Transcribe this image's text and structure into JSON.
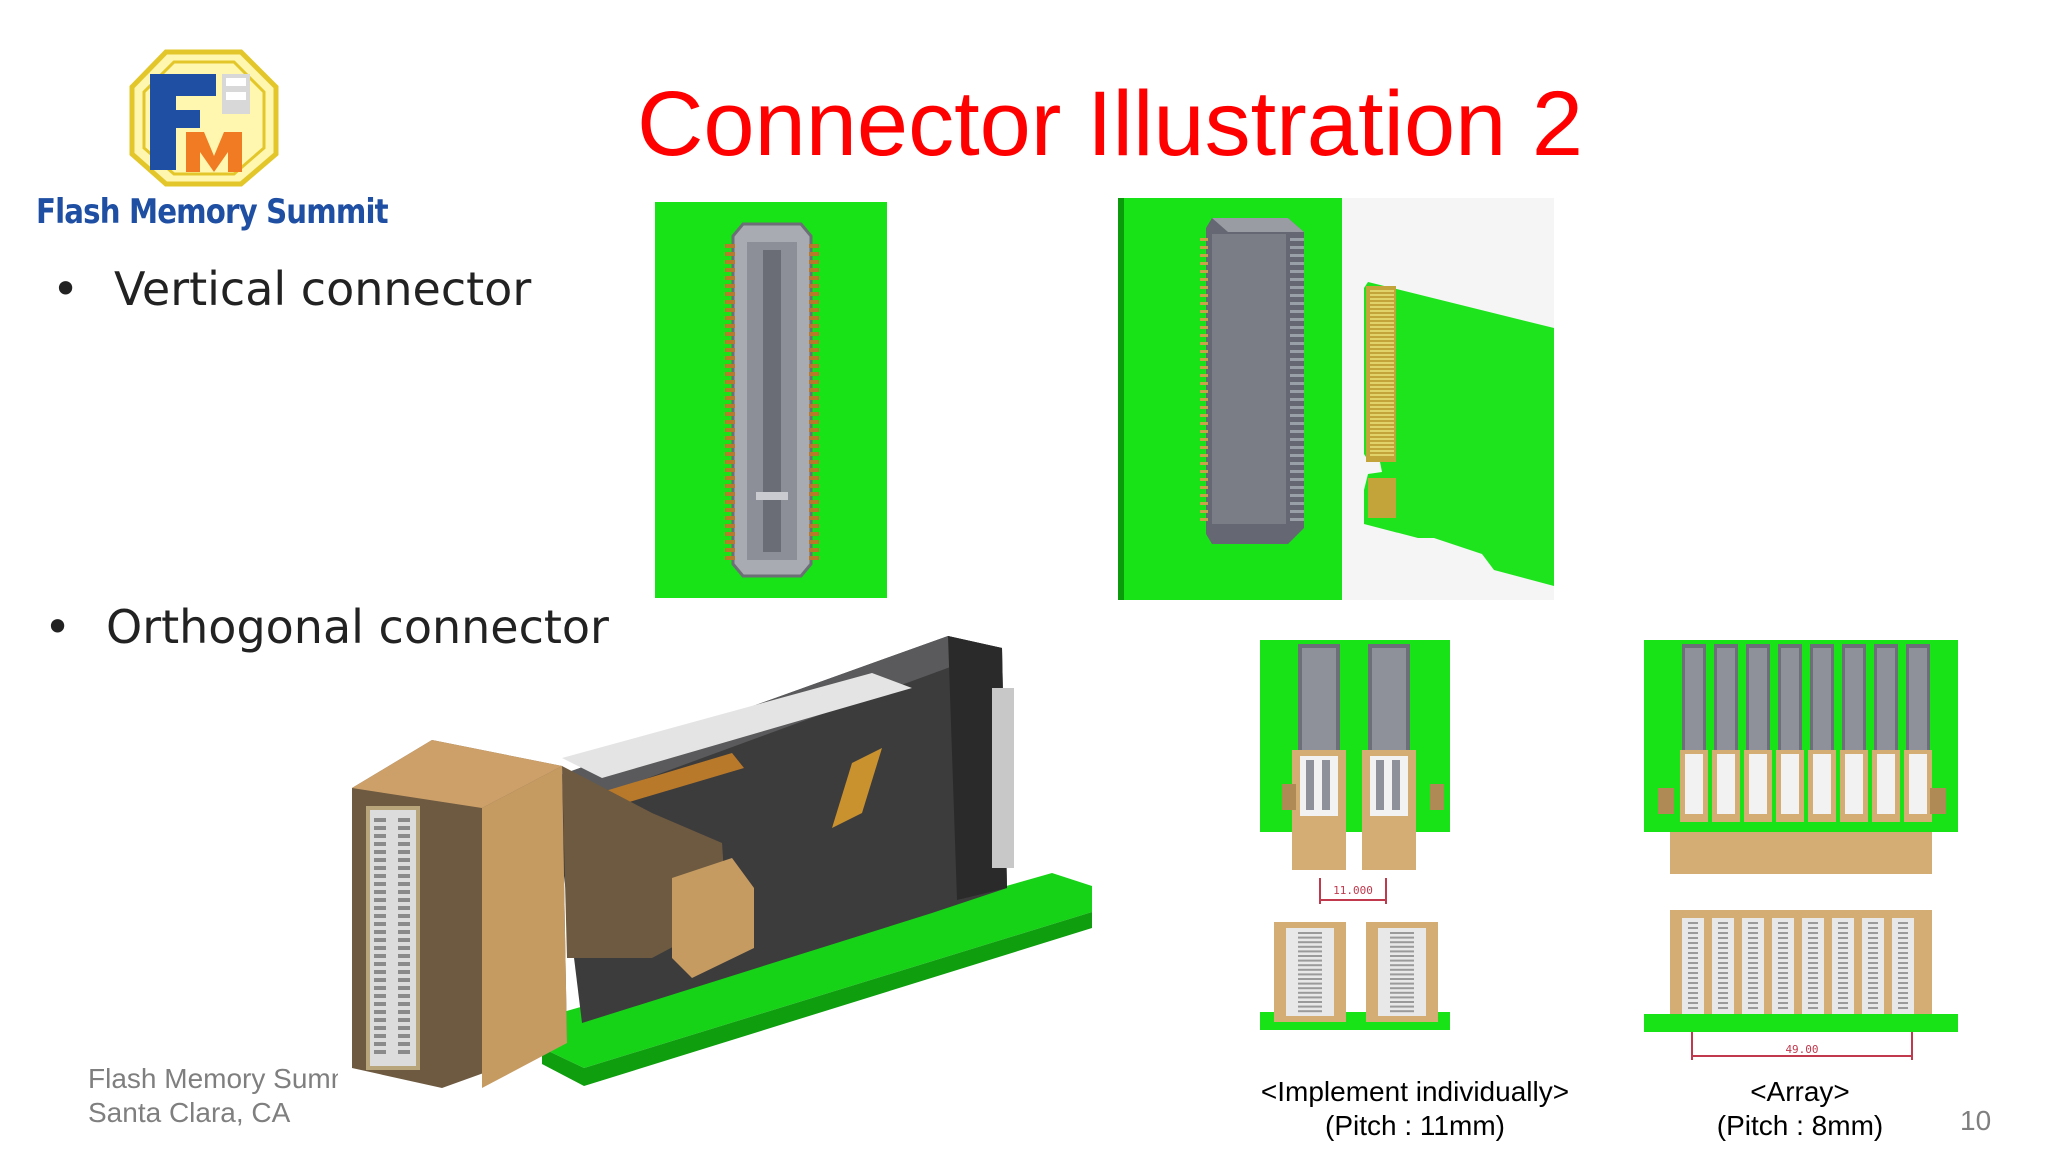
{
  "slide": {
    "title": "Connector Illustration 2",
    "logo_text": "Flash Memory Summit",
    "bullets": [
      {
        "symbol": "•",
        "text": "Vertical connector"
      },
      {
        "symbol": "•",
        "text": "Orthogonal connector"
      }
    ],
    "dimension_labels": {
      "pitch_individual": "11.000",
      "pitch_array": "49.00"
    },
    "captions": {
      "individual": {
        "line1": "<Implement individually>",
        "line2": "(Pitch : 11mm)"
      },
      "array": {
        "line1": "<Array>",
        "line2": "(Pitch : 8mm)"
      }
    },
    "footer": {
      "line1": "Flash Memory Summit",
      "line2": "Santa Clara, CA"
    },
    "page_number": "10"
  },
  "colors": {
    "title_red": "#ff0000",
    "pcb_green": "#17e317",
    "connector_gray": "#6c6f78",
    "housing_tan": "#c9a36c",
    "logo_blue": "#1f4fa3"
  }
}
